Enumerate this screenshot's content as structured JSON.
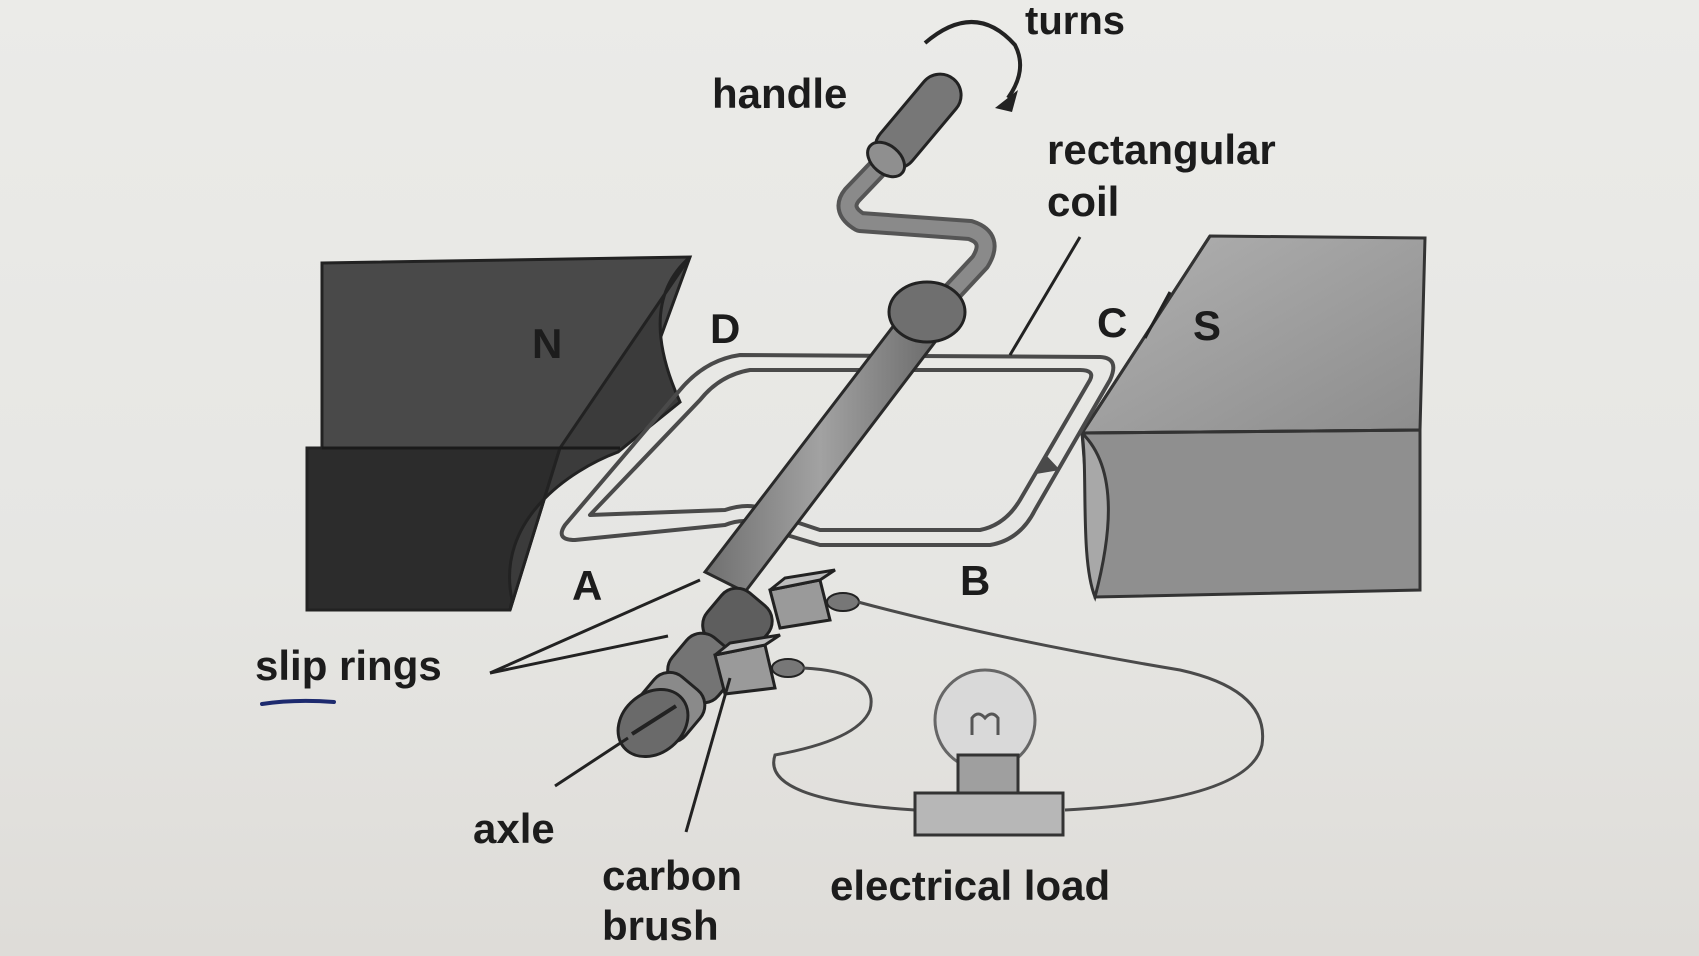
{
  "diagram": {
    "labels": {
      "turns": "turns",
      "handle": "handle",
      "rectangular": "rectangular",
      "coil": "coil",
      "north_pole": "N",
      "south_pole": "S",
      "corner_d": "D",
      "corner_c": "C",
      "corner_a": "A",
      "corner_b": "B",
      "slip_rings": "slip rings",
      "axle": "axle",
      "carbon": "carbon",
      "brush": "brush",
      "electrical_load": "electrical load"
    }
  },
  "colors": {
    "north_magnet": "#3a3a3a",
    "south_magnet": "#9d9d9d",
    "axle": "#8c8c8c",
    "wire": "#4a4a4a",
    "ink_underline": "#1d2a6e"
  }
}
